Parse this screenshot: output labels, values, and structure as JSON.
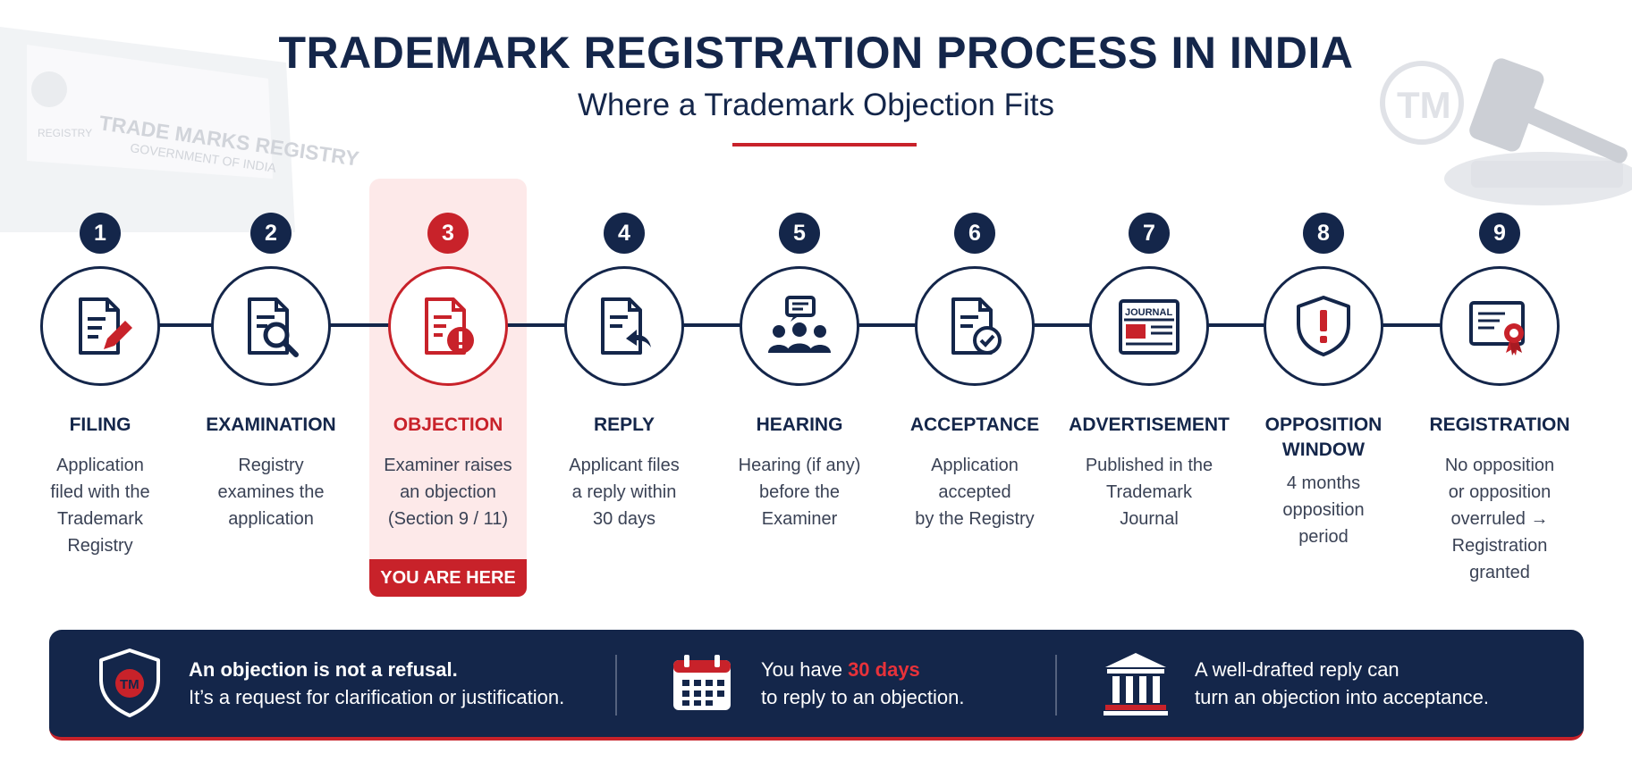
{
  "header": {
    "title": "TRADEMARK REGISTRATION PROCESS IN INDIA",
    "subtitle": "Where a Trademark Objection Fits"
  },
  "background": {
    "building_sign_line1": "TRADE MARKS REGISTRY",
    "building_sign_line2": "GOVERNMENT OF INDIA",
    "building_emblem_text": "REGISTRY",
    "tm_seal_text": "TM"
  },
  "steps": [
    {
      "number": "1",
      "label": "FILING",
      "desc": [
        "Application",
        "filed with the",
        "Trademark",
        "Registry"
      ],
      "icon": "document-pen-icon"
    },
    {
      "number": "2",
      "label": "EXAMINATION",
      "desc": [
        "Registry",
        "examines the",
        "application"
      ],
      "icon": "document-search-icon"
    },
    {
      "number": "3",
      "label": "OBJECTION",
      "desc": [
        "Examiner raises",
        "an objection",
        "(Section 9 / 11)"
      ],
      "icon": "document-alert-icon"
    },
    {
      "number": "4",
      "label": "REPLY",
      "desc": [
        "Applicant files",
        "a reply within",
        "30 days"
      ],
      "icon": "document-reply-icon"
    },
    {
      "number": "5",
      "label": "HEARING",
      "desc": [
        "Hearing (if any)",
        "before the",
        "Examiner"
      ],
      "icon": "hearing-people-icon"
    },
    {
      "number": "6",
      "label": "ACCEPTANCE",
      "desc": [
        "Application",
        "accepted",
        "by the Registry"
      ],
      "icon": "document-check-icon"
    },
    {
      "number": "7",
      "label": "ADVERTISEMENT",
      "desc": [
        "Published in the",
        "Trademark",
        "Journal"
      ],
      "icon": "journal-icon",
      "icon_text": "JOURNAL"
    },
    {
      "number": "8",
      "label_lines": [
        "OPPOSITION",
        "WINDOW"
      ],
      "desc": [
        "4 months",
        "opposition",
        "period"
      ],
      "icon": "shield-alert-icon"
    },
    {
      "number": "9",
      "label": "REGISTRATION",
      "desc": [
        "No opposition",
        "or opposition",
        "overruled →",
        "Registration",
        "granted"
      ],
      "icon": "certificate-icon"
    }
  ],
  "current_marker": "YOU ARE HERE",
  "banner": {
    "item1": {
      "bold": "An objection is not a refusal.",
      "text": "It’s a request for clarification or justification.",
      "icon_text": "TM"
    },
    "item2": {
      "pre": "You have ",
      "highlight": "30 days",
      "text": "to reply to an objection."
    },
    "item3": {
      "line1": "A well-drafted reply can",
      "line2": "turn an objection into acceptance."
    }
  },
  "colors": {
    "navy": "#14264a",
    "red": "#c8222a",
    "highlight_bg": "#fde9e9"
  }
}
